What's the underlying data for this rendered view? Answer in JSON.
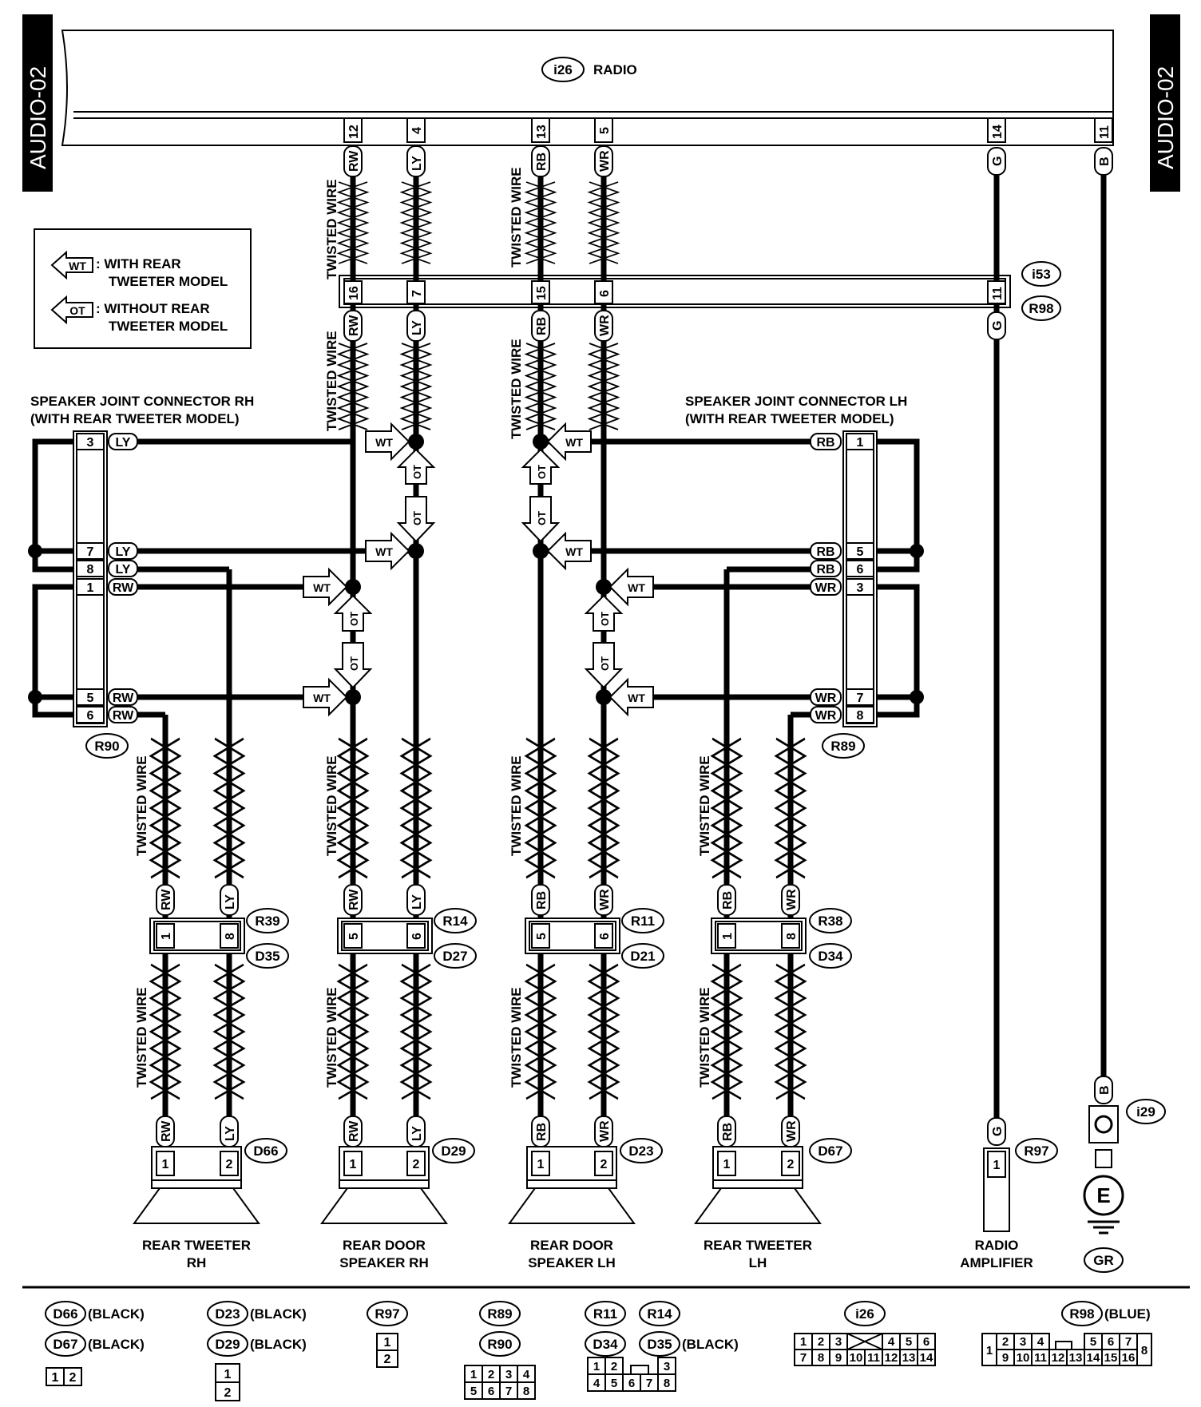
{
  "page_tag": "AUDIO-02",
  "radio": {
    "conn": "i26",
    "label": "RADIO"
  },
  "legend": {
    "wt_symbol": "WT",
    "wt_line1": ": WITH REAR",
    "wt_line2": "TWEETER MODEL",
    "ot_symbol": "OT",
    "ot_line1": ": WITHOUT REAR",
    "ot_line2": "TWEETER MODEL"
  },
  "twisted_wire": "TWISTED WIRE",
  "joint_rh": {
    "line1": "SPEAKER JOINT CONNECTOR RH",
    "line2": "(WITH REAR TWEETER MODEL)",
    "conn": "R90"
  },
  "joint_lh": {
    "line1": "SPEAKER JOINT CONNECTOR LH",
    "line2": "(WITH REAR TWEETER MODEL)",
    "conn": "R89"
  },
  "inline": {
    "top": "i53",
    "bottom": "R98"
  },
  "wires": {
    "RW": "RW",
    "LY": "LY",
    "RB": "RB",
    "WR": "WR",
    "G": "G",
    "B": "B"
  },
  "radio_pins": {
    "p12": "12",
    "p4": "4",
    "p13": "13",
    "p5": "5",
    "p14": "14",
    "p11": "11"
  },
  "mid_pins": {
    "p16": "16",
    "p7": "7",
    "p15": "15",
    "p6": "6",
    "p11": "11"
  },
  "rh_joint_pins": [
    "3",
    "7",
    "8",
    "1",
    "5",
    "6"
  ],
  "lh_joint_pins": [
    "1",
    "5",
    "6",
    "3",
    "7",
    "8"
  ],
  "mid_connectors": [
    {
      "top": "R39",
      "bottom": "D35",
      "pin_a": "1",
      "pin_b": "8"
    },
    {
      "top": "R14",
      "bottom": "D27",
      "pin_a": "5",
      "pin_b": "6"
    },
    {
      "top": "R11",
      "bottom": "D21",
      "pin_a": "5",
      "pin_b": "6"
    },
    {
      "top": "R38",
      "bottom": "D34",
      "pin_a": "1",
      "pin_b": "8"
    }
  ],
  "speakers": [
    {
      "conn": "D66",
      "line1": "REAR TWEETER",
      "line2": "RH",
      "pin_a": "1",
      "pin_b": "2"
    },
    {
      "conn": "D29",
      "line1": "REAR DOOR",
      "line2": "SPEAKER RH",
      "pin_a": "1",
      "pin_b": "2"
    },
    {
      "conn": "D23",
      "line1": "REAR DOOR",
      "line2": "SPEAKER LH",
      "pin_a": "1",
      "pin_b": "2"
    },
    {
      "conn": "D67",
      "line1": "REAR TWEETER",
      "line2": "LH",
      "pin_a": "1",
      "pin_b": "2"
    }
  ],
  "amplifier": {
    "conn": "R97",
    "pin": "1",
    "line1": "RADIO",
    "line2": "AMPLIFIER"
  },
  "ground": {
    "conn": "i29",
    "symbol": "E",
    "gnd": "GR"
  },
  "footer": {
    "d66": "D66",
    "d67": "D67",
    "black": "(BLACK)",
    "d23": "D23",
    "d29": "D29",
    "r97": "R97",
    "r89": "R89",
    "r90": "R90",
    "r11": "R11",
    "r14": "R14",
    "d34": "D34",
    "d35": "D35",
    "i26": "i26",
    "r98": "R98",
    "blue": "(BLUE)",
    "pins_1_2": [
      "1",
      "2"
    ],
    "pins_8": [
      "1",
      "2",
      "3",
      "4",
      "5",
      "6",
      "7",
      "8"
    ],
    "pins_14": [
      "1",
      "2",
      "3",
      "4",
      "5",
      "6",
      "7",
      "8",
      "9",
      "10",
      "11",
      "12",
      "13",
      "14"
    ],
    "pins_16": [
      "1",
      "2",
      "3",
      "4",
      "5",
      "6",
      "7",
      "8",
      "9",
      "10",
      "11",
      "12",
      "13",
      "14",
      "15",
      "16"
    ]
  }
}
